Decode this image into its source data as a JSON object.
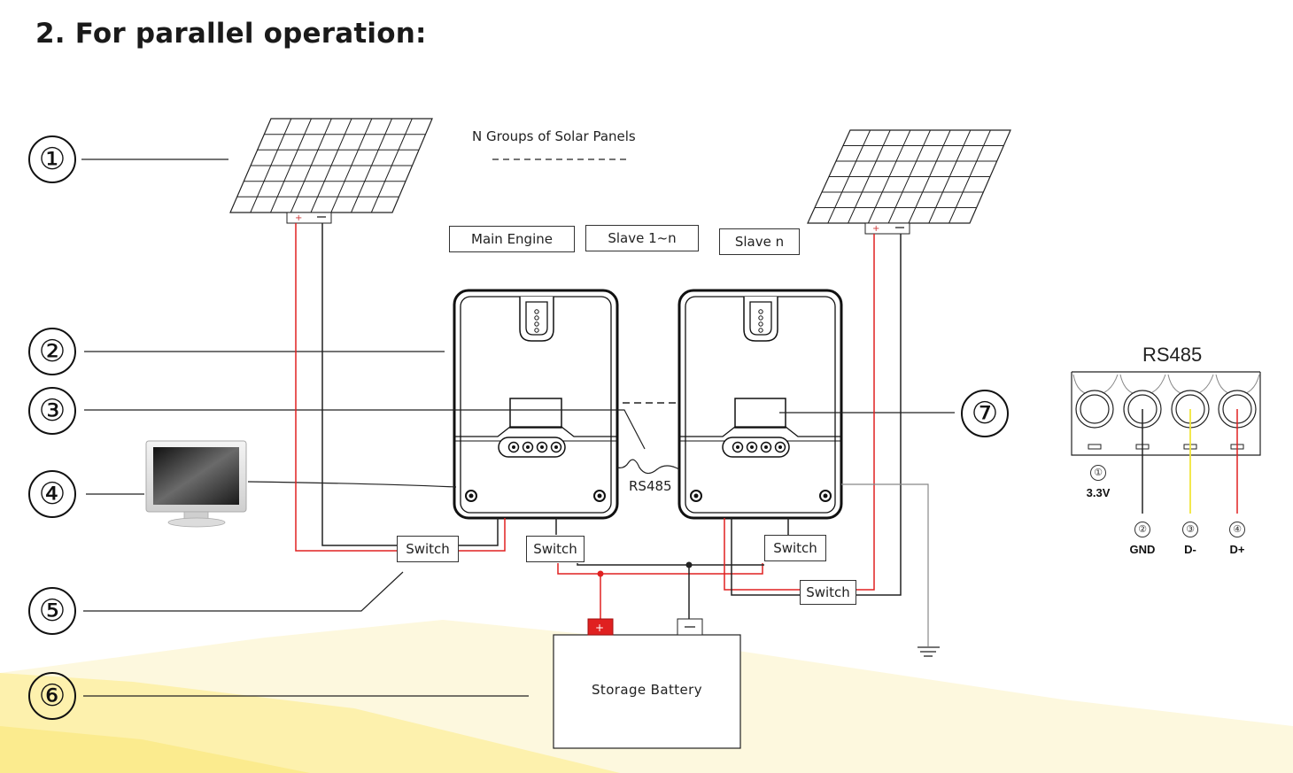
{
  "title": "2. For parallel operation:",
  "labels": {
    "groups": "N Groups of Solar Panels",
    "main_engine": "Main Engine",
    "slave_1n": "Slave 1~n",
    "slave_n": "Slave  n",
    "rs485_link": "RS485",
    "switch": "Switch",
    "battery": "Storage Battery",
    "rs485_title": "RS485"
  },
  "callouts": [
    "①",
    "②",
    "③",
    "④",
    "⑤",
    "⑥",
    "⑦"
  ],
  "rs485_pins": [
    {
      "num": "①",
      "name": "3.3V"
    },
    {
      "num": "②",
      "name": "GND"
    },
    {
      "num": "③",
      "name": "D-"
    },
    {
      "num": "④",
      "name": "D+"
    }
  ],
  "colors": {
    "positive_wire": "#e02020",
    "negative_wire": "#222222",
    "data_minus_wire": "#f2e63a",
    "battery_positive": "#e02020",
    "background_glow": "#fdf3b8"
  }
}
